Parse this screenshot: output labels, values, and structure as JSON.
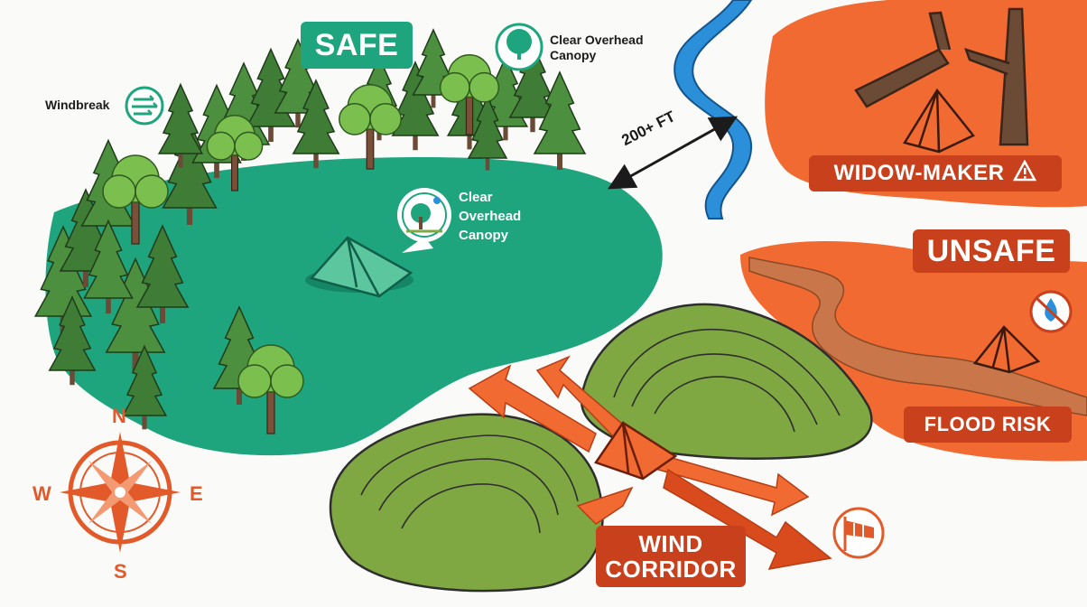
{
  "zones": {
    "safe_label": "SAFE",
    "unsafe_label": "UNSAFE"
  },
  "labels": {
    "windbreak": "Windbreak",
    "clear_canopy_top_line1": "Clear Overhead",
    "clear_canopy_top_line2": "Canopy",
    "clear_canopy_mid_line1": "Clear",
    "clear_canopy_mid_line2": "Overhead",
    "clear_canopy_mid_line3": "Canopy",
    "distance": "200+ FT",
    "widow_maker": "WIDOW-MAKER",
    "flood_risk": "FLOOD RISK",
    "wind_line1": "WIND",
    "wind_line2": "CORRIDOR"
  },
  "compass": {
    "n": "N",
    "e": "E",
    "s": "S",
    "w": "W"
  },
  "icons": {
    "warning": "warning-triangle-icon",
    "windbreak": "wind-icon",
    "canopy": "tree-icon",
    "no_water": "no-water-icon",
    "windsock": "windsock-icon"
  },
  "colors": {
    "safe_green": "#1fa57e",
    "unsafe_orange": "#f06a32",
    "label_red": "#c8401c",
    "hill_green": "#7fa843",
    "river_blue": "#2b8fd9",
    "compass_orange": "#e35a2a"
  }
}
